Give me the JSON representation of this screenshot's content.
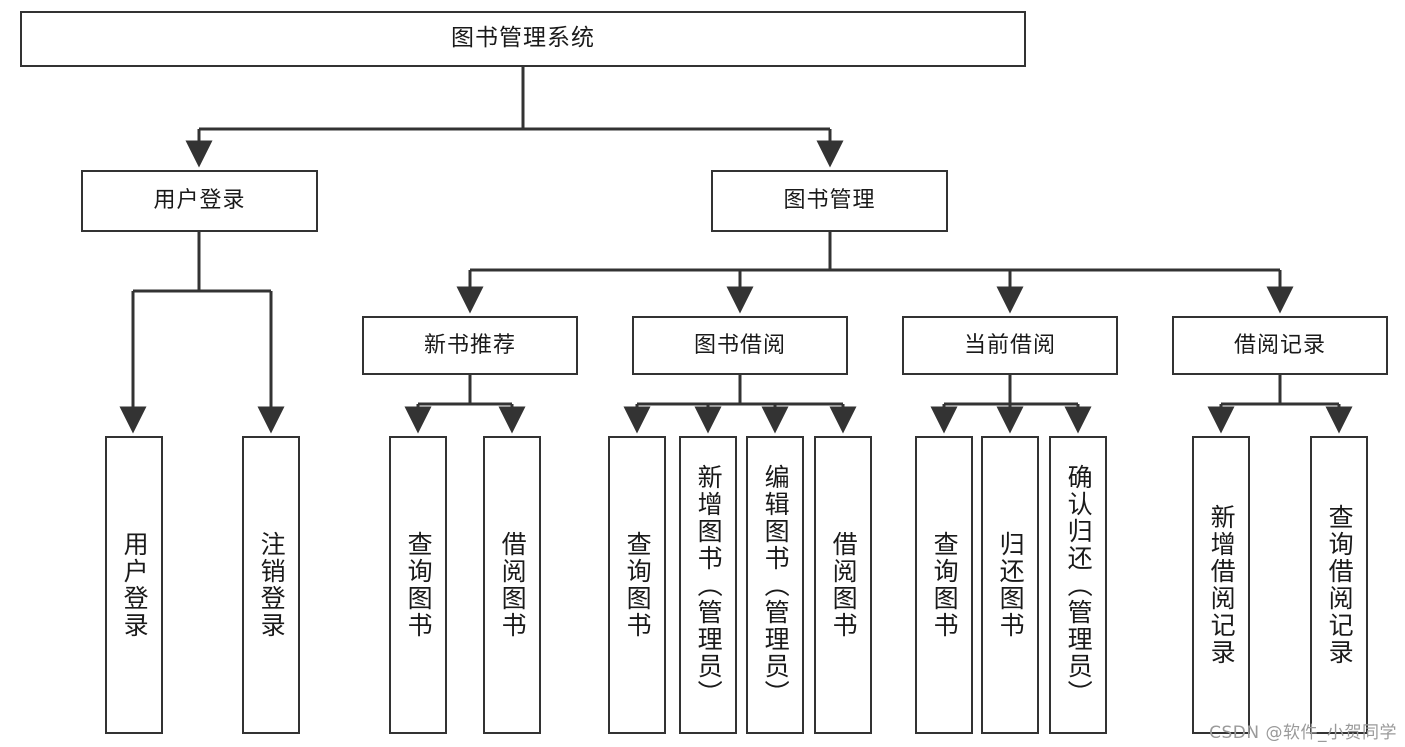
{
  "diagram": {
    "type": "tree",
    "title": "图书管理系统",
    "orientation": "top-down",
    "colors": {
      "box_border": "#333333",
      "box_fill": "#ffffff",
      "edge": "#333333",
      "text": "#1a1a1a",
      "watermark": "#9a9a9a",
      "background": "#ffffff"
    },
    "root": {
      "label": "图书管理系统"
    },
    "level2": [
      {
        "label": "用户登录"
      },
      {
        "label": "图书管理"
      }
    ],
    "level3": [
      {
        "label": "新书推荐"
      },
      {
        "label": "图书借阅"
      },
      {
        "label": "当前借阅"
      },
      {
        "label": "借阅记录"
      }
    ],
    "leaves": {
      "user_login": [
        {
          "label": "用户登录"
        },
        {
          "label": "注销登录"
        }
      ],
      "new_book_recommend": [
        {
          "label": "查询图书"
        },
        {
          "label": "借阅图书"
        }
      ],
      "book_borrow": [
        {
          "label": "查询图书"
        },
        {
          "label": "新增图书（管理员）"
        },
        {
          "label": "编辑图书（管理员）"
        },
        {
          "label": "借阅图书"
        }
      ],
      "current_borrow": [
        {
          "label": "查询图书"
        },
        {
          "label": "归还图书"
        },
        {
          "label": "确认归还（管理员）"
        }
      ],
      "borrow_record": [
        {
          "label": "新增借阅记录"
        },
        {
          "label": "查询借阅记录"
        }
      ]
    }
  },
  "watermark": {
    "text": "CSDN @软件_小贺同学"
  }
}
